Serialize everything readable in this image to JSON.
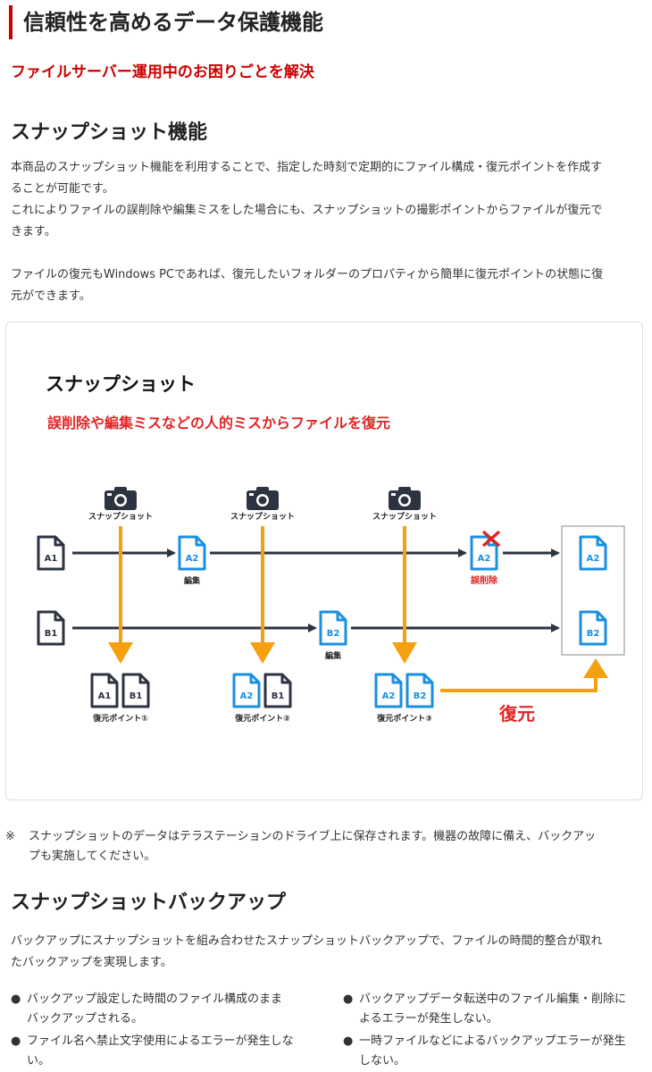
{
  "page": {
    "title": "信頼性を高めるデータ保護機能",
    "subtitle": "ファイルサーバー運用中のお困りごとを解決"
  },
  "snapshot": {
    "heading": "スナップショット機能",
    "para1_line1": "本商品のスナップショット機能を利用することで、指定した時刻で定期的にファイル構成・復元ポイントを作成す",
    "para1_line2": "ることが可能です。",
    "para1_line3": "これによりファイルの誤削除や編集ミスをした場合にも、スナップショットの撮影ポイントからファイルが復元で",
    "para1_line4": "きます。",
    "para2_line1": "ファイルの復元もWindows PCであれば、復元したいフォルダーのプロパティから簡単に復元ポイントの状態に復",
    "para2_line2": "元ができます。"
  },
  "diagram": {
    "title": "スナップショット",
    "subtitle": "誤削除や編集ミスなどの人的ミスからファイルを復元",
    "camera_label": "スナップショット",
    "edit_label": "編集",
    "delete_label": "誤削除",
    "restore_label": "復元",
    "restore_points": [
      "復元ポイント①",
      "復元ポイント②",
      "復元ポイント③"
    ],
    "files": {
      "a1": "A1",
      "a2": "A2",
      "b1": "B1",
      "b2": "B2"
    },
    "colors": {
      "dark": "#2d3340",
      "blue": "#1a8fe0",
      "orange": "#f5a00f",
      "red": "#e02424"
    }
  },
  "note": {
    "mark": "※",
    "line1": "スナップショットのデータはテラステーションのドライブ上に保存されます。機器の故障に備え、バックアッ",
    "line2": "プも実施してください。"
  },
  "backup": {
    "heading": "スナップショットバックアップ",
    "para_line1": "バックアップにスナップショットを組み合わせたスナップショットバックアップで、ファイルの時間的整合が取れ",
    "para_line2": "たバックアップを実現します。",
    "bullet_mark": "●",
    "bullets": [
      {
        "l1": "バックアップ設定した時間のファイル構成のまま",
        "l2": "バックアップされる。"
      },
      {
        "l1": "バックアップデータ転送中のファイル編集・削除に",
        "l2": "よるエラーが発生しない。"
      },
      {
        "l1": "ファイル名へ禁止文字使用によるエラーが発生しな",
        "l2": "い。"
      },
      {
        "l1": "一時ファイルなどによるバックアップエラーが発生",
        "l2": "しない。"
      }
    ]
  }
}
